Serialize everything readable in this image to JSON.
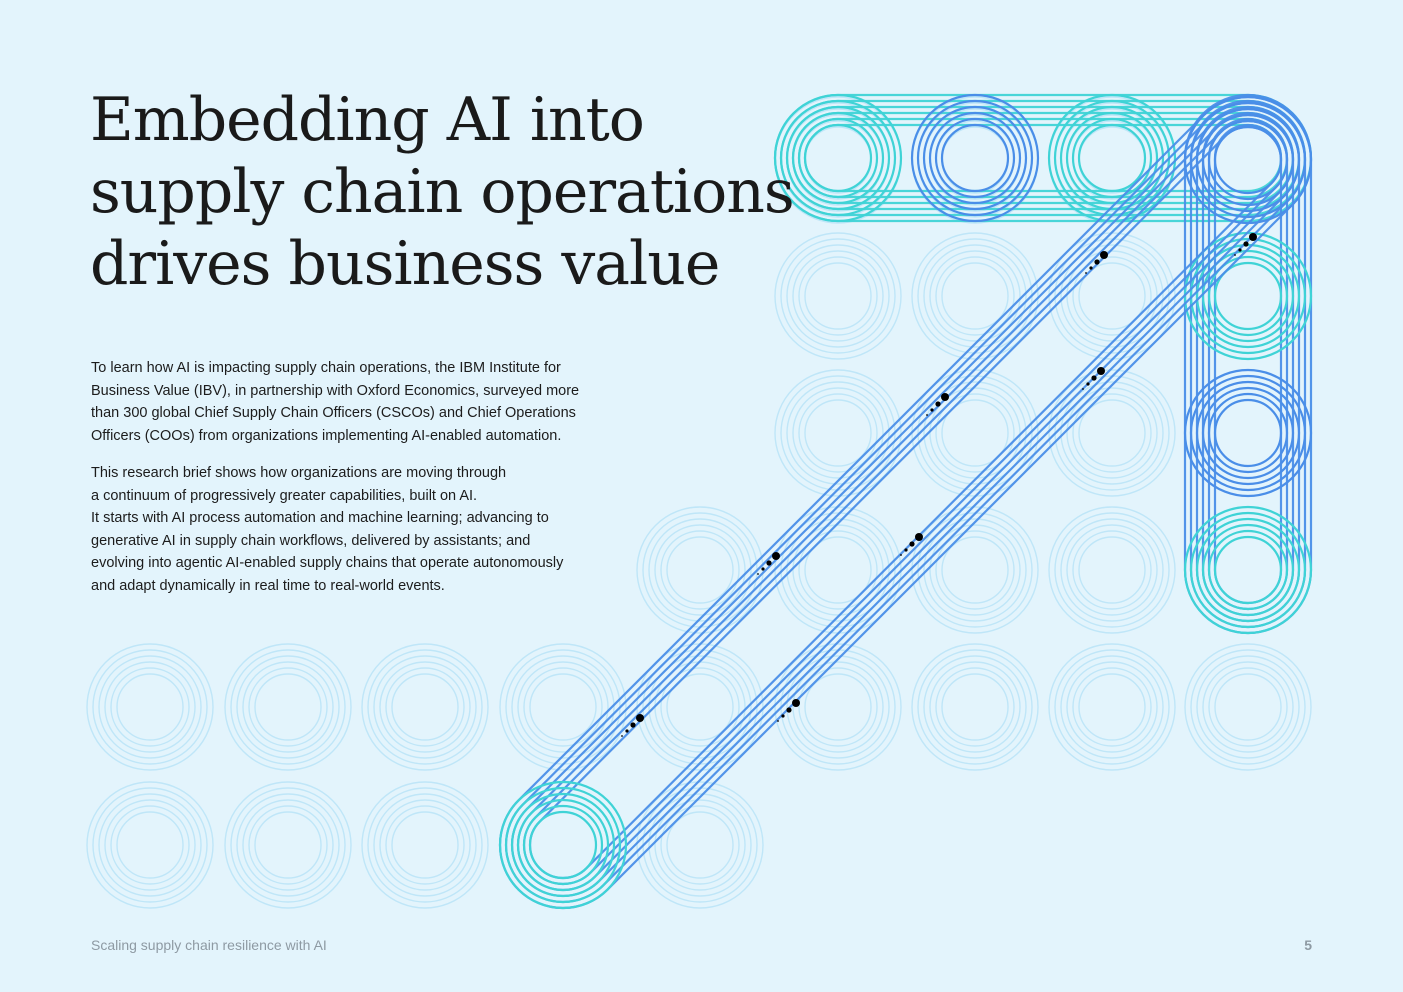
{
  "title_lines": [
    "Embedding AI into",
    "supply chain operations",
    "drives business value"
  ],
  "paragraph1_lines": [
    "To learn how AI is impacting supply chain operations, the IBM Institute for",
    "Business Value (IBV), in partnership with Oxford Economics, surveyed more",
    "than 300 global Chief Supply Chain Officers (CSCOs) and Chief Operations",
    "Officers (COOs) from organizations implementing AI-enabled automation."
  ],
  "paragraph2_lines": [
    "This research brief shows how organizations are moving through",
    "a continuum of progressively greater capabilities, built on AI.",
    "It starts with AI process automation and machine learning; advancing to",
    "generative AI in supply chain workflows, delivered by assistants; and",
    "evolving into agentic AI-enabled supply chains that operate autonomously",
    "and adapt dynamically in real time to real-world events."
  ],
  "footer": {
    "publication": "Scaling supply chain resilience with AI",
    "page_number": "5"
  },
  "colors": {
    "background": "#e3f4fc",
    "faint_ring": "#bfe6f8",
    "teal": "#3fd3d6",
    "blue": "#4a8ee8",
    "text": "#1a1a1a",
    "footer": "#8e9aa3"
  },
  "illustration": {
    "description_icon": "arrow-of-concentric-rings"
  }
}
